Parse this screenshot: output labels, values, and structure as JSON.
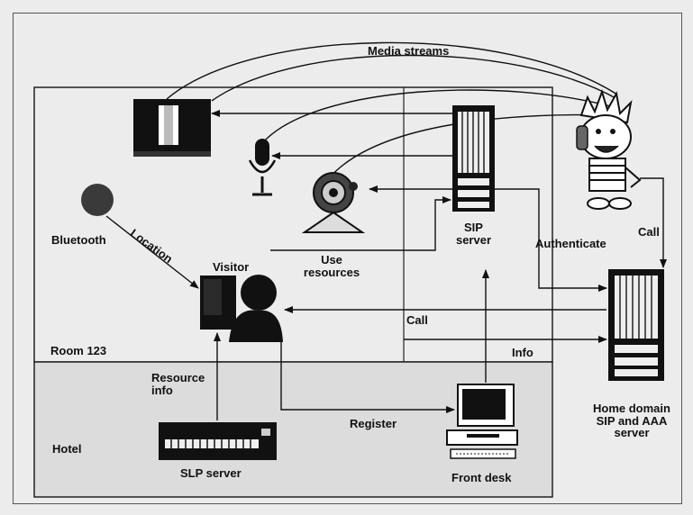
{
  "labels": {
    "media_streams": "Media streams",
    "bluetooth": "Bluetooth",
    "location": "Location",
    "visitor": "Visitor",
    "use_resources_1": "Use",
    "use_resources_2": "resources",
    "sip_server_1": "SIP",
    "sip_server_2": "server",
    "authenticate": "Authenticate",
    "call_right": "Call",
    "call_middle": "Call",
    "info": "Info",
    "room": "Room 123",
    "resource_info_1": "Resource",
    "resource_info_2": "info",
    "hotel": "Hotel",
    "slp_server": "SLP server",
    "register": "Register",
    "front_desk": "Front desk",
    "home_domain_1": "Home domain",
    "home_domain_2": "SIP and AAA",
    "home_domain_3": "server"
  }
}
